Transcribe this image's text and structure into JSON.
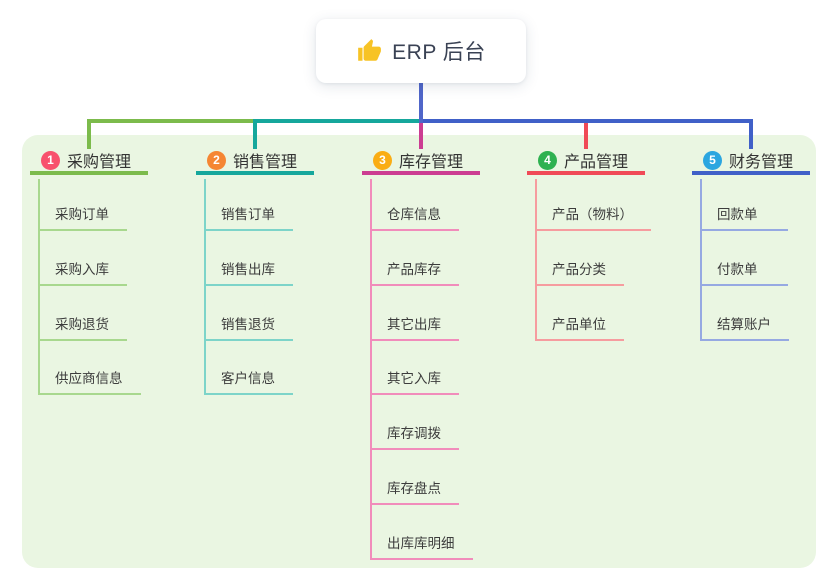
{
  "root": {
    "title": "ERP 后台",
    "icon": "thumbs-up-icon",
    "connector_color": "#5066c9"
  },
  "panel": {
    "background": "#eaf6e2"
  },
  "branches": [
    {
      "badge": "1",
      "label": "采购管理",
      "badge_color": "#f8516d",
      "line_color": "#7cbb4c",
      "sub_color": "#a8d88e",
      "items": [
        "采购订单",
        "采购入库",
        "采购退货",
        "供应商信息"
      ]
    },
    {
      "badge": "2",
      "label": "销售管理",
      "badge_color": "#f58633",
      "line_color": "#16a79c",
      "sub_color": "#7dd4c9",
      "items": [
        "销售订单",
        "销售出库",
        "销售退货",
        "客户信息"
      ]
    },
    {
      "badge": "3",
      "label": "库存管理",
      "badge_color": "#faad14",
      "line_color": "#cc3d92",
      "sub_color": "#f18cbb",
      "items": [
        "仓库信息",
        "产品库存",
        "其它出库",
        "其它入库",
        "库存调拨",
        "库存盘点",
        "出库库明细"
      ]
    },
    {
      "badge": "4",
      "label": "产品管理",
      "badge_color": "#2eb150",
      "line_color": "#f04a57",
      "sub_color": "#f69c9f",
      "items": [
        "产品（物料）",
        "产品分类",
        "产品单位"
      ]
    },
    {
      "badge": "5",
      "label": "财务管理",
      "badge_color": "#2ba6e0",
      "line_color": "#4060c8",
      "sub_color": "#96a9e2",
      "items": [
        "回款单",
        "付款单",
        "结算账户"
      ]
    }
  ]
}
